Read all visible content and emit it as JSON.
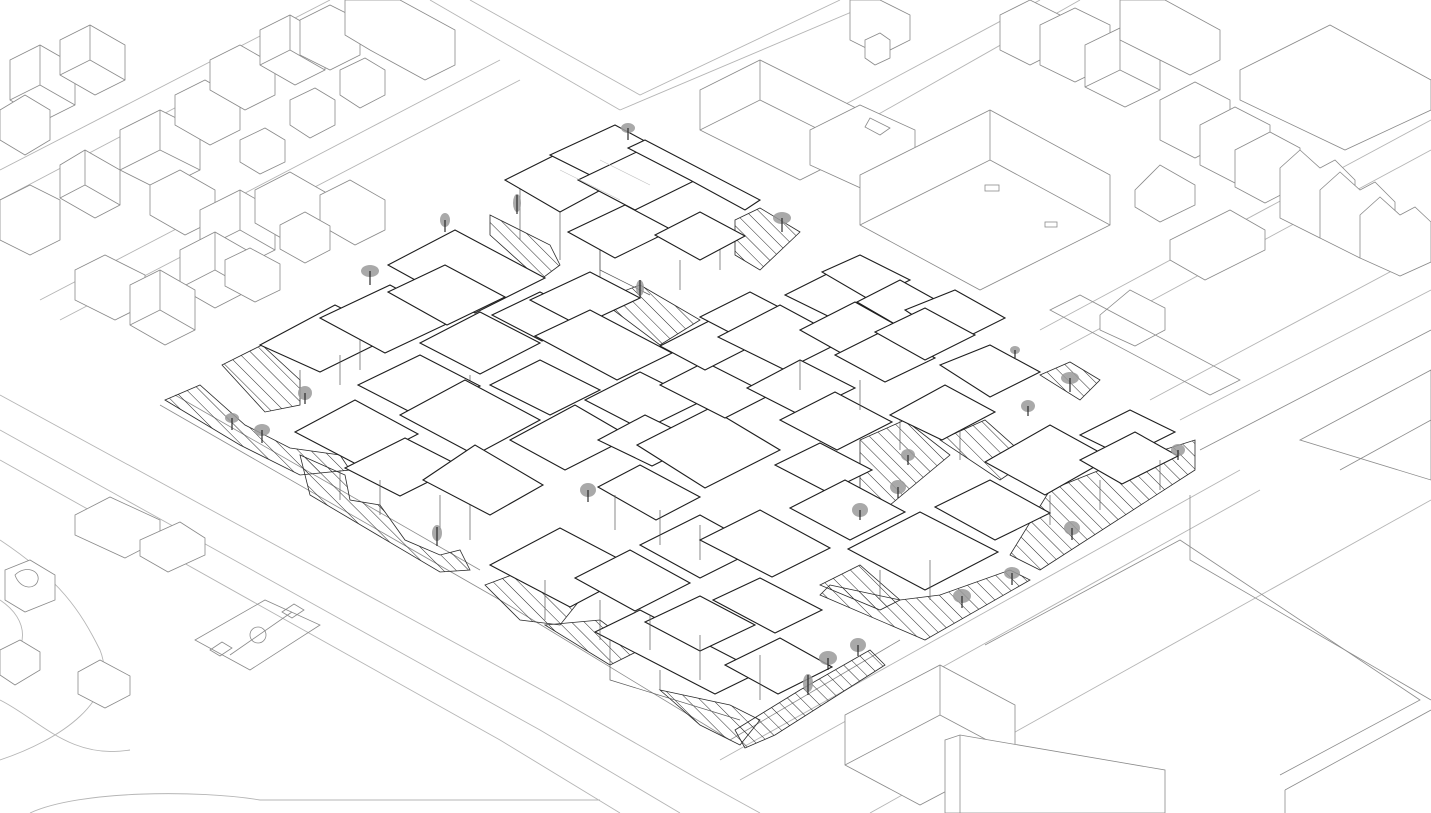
{
  "drawing": {
    "type": "isometric-site-axonometric",
    "line_color": "#1e1e1e",
    "context_line_color": "#8c8c8c",
    "hatch_color": "#2a2a2a",
    "tree_color": "#9a9a9a",
    "background_color": "#ffffff",
    "elements": {
      "housing_blocks": "hatched-ground-plots",
      "roofs": "floating-roof-planes",
      "context": "surrounding-city-blocks",
      "landscape": "street-trees",
      "sports": "basketball-court"
    }
  }
}
